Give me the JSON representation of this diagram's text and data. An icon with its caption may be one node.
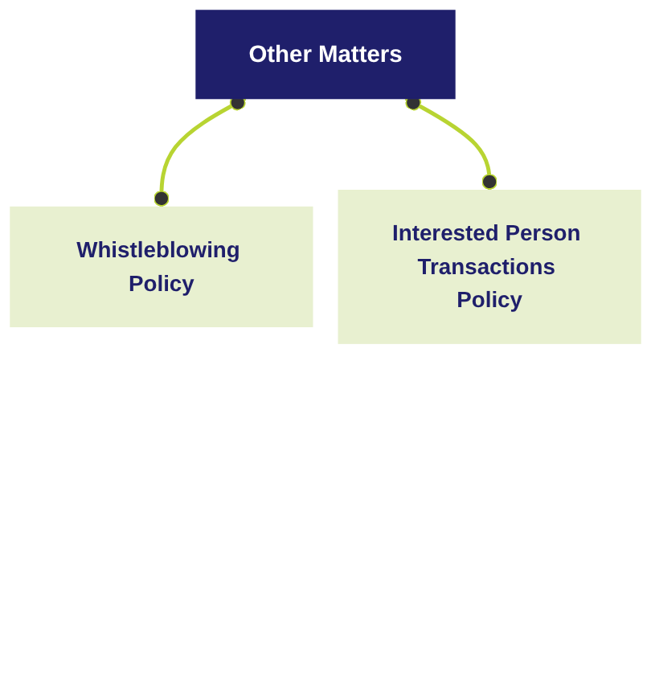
{
  "diagram": {
    "nodes": [
      {
        "text": [
          "Other Matters"
        ]
      },
      {
        "text": [
          "Whistleblowing Policy"
        ]
      },
      {
        "text": [
          "Interested Person Transactions Policy"
        ]
      }
    ],
    "edges": [
      {
        "from": 0,
        "to": 1,
        "arrow": "other",
        "color": "#b8d432"
      },
      {
        "from": 0,
        "to": 2,
        "arrow": "other",
        "color": "#b8d432"
      }
    ]
  }
}
